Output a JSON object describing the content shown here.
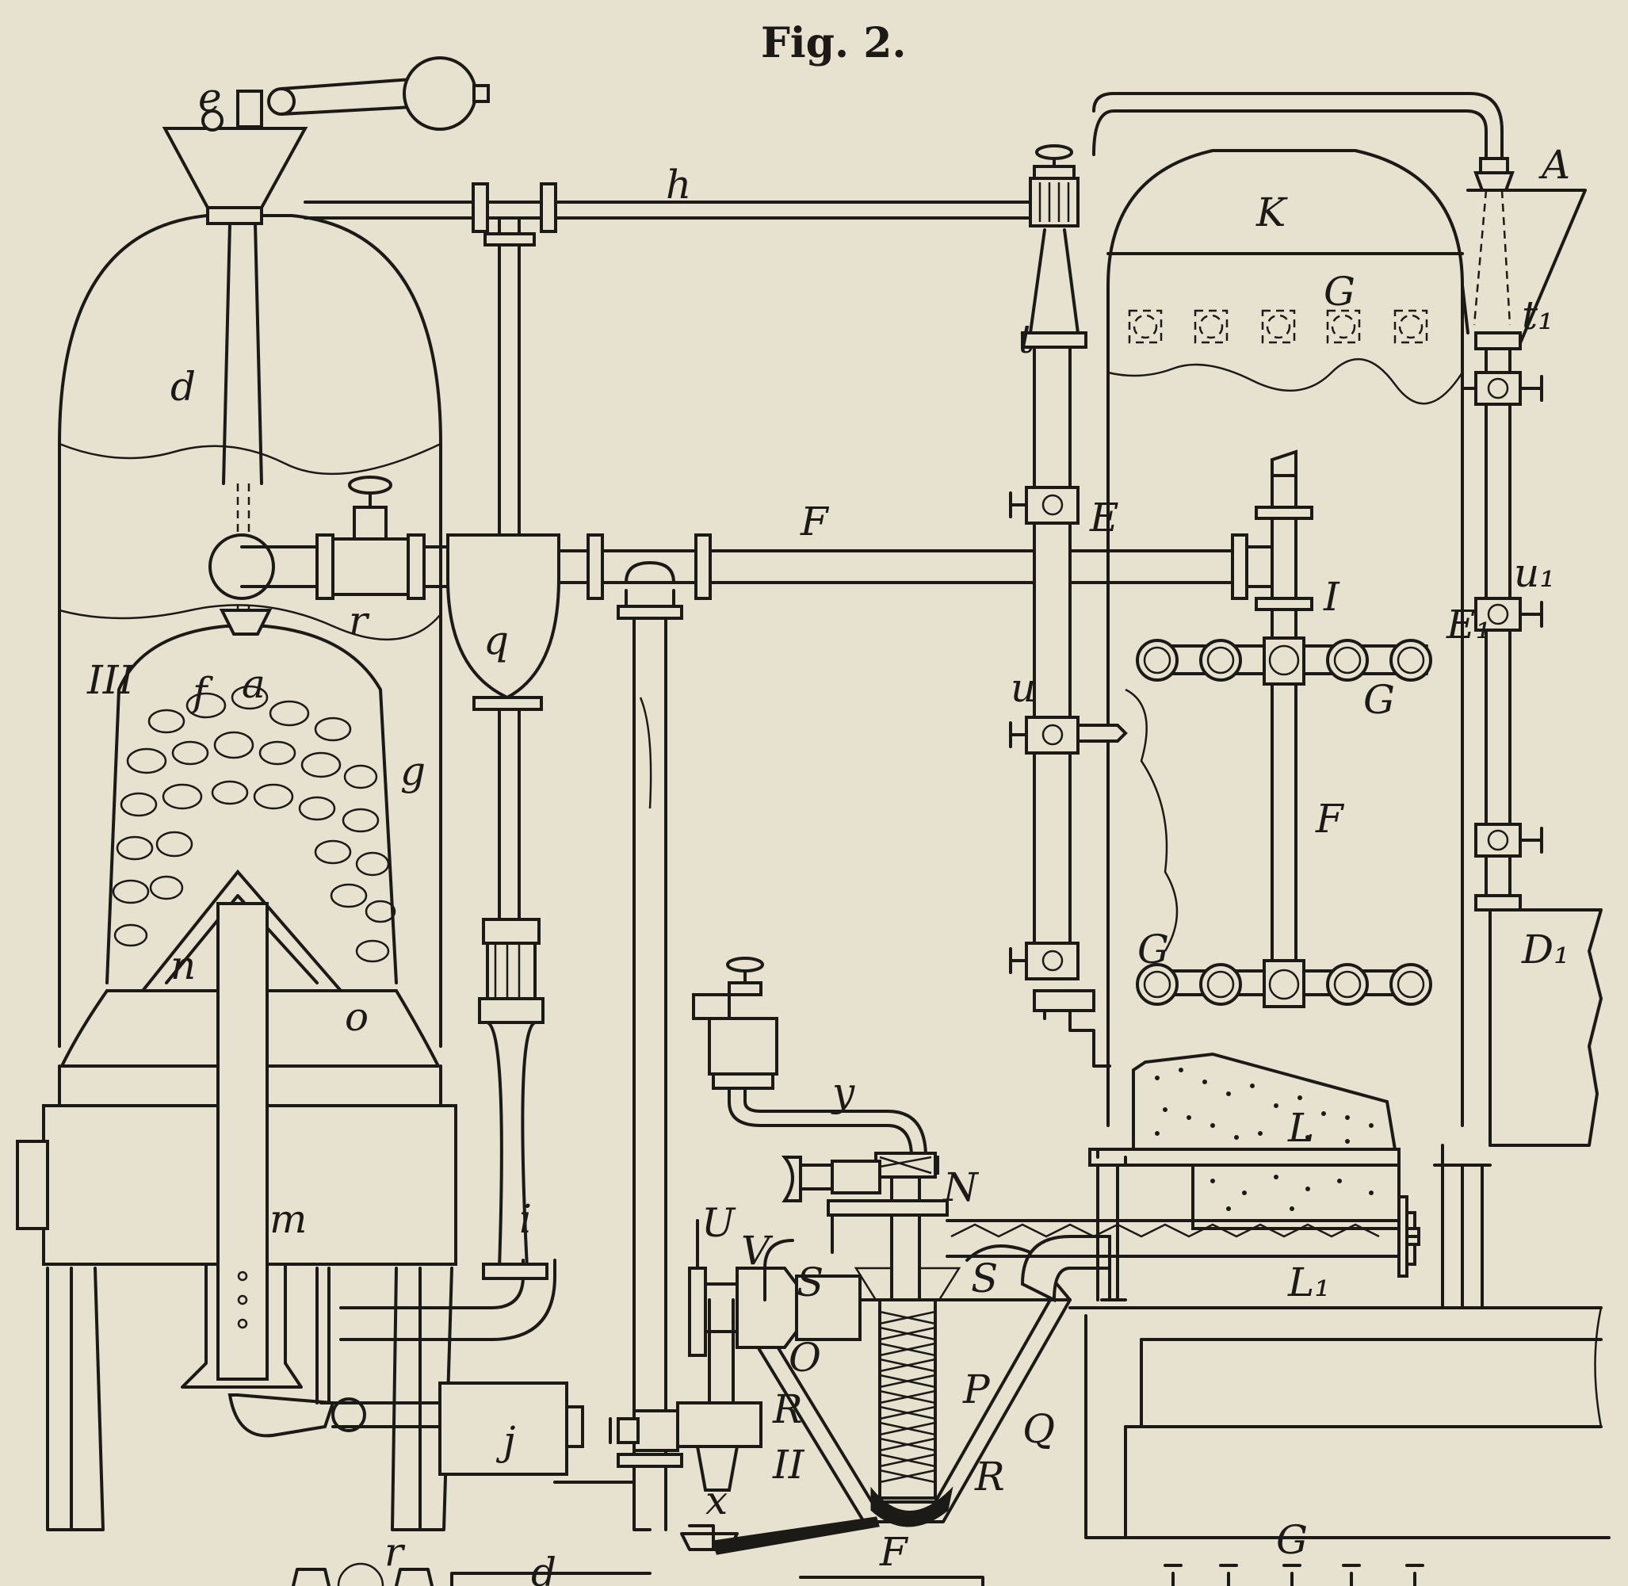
{
  "figure": {
    "title": "Fig. 2.",
    "labels": {
      "e": "e",
      "h": "h",
      "d": "d",
      "r": "r",
      "q": "q",
      "F": "F",
      "E": "E",
      "I": "I",
      "III": "III",
      "f": "f",
      "a": "a",
      "g": "g",
      "n": "n",
      "o": "o",
      "m": "m",
      "i": "i",
      "j": "j",
      "K": "K",
      "G": "G",
      "t": "t",
      "t1": "t₁",
      "A": "A",
      "u": "u",
      "u1": "u₁",
      "E1": "E₁",
      "G2": "G",
      "F2": "F",
      "G3": "G",
      "D1": "D₁",
      "y": "y",
      "L": "L",
      "N": "N",
      "U": "U",
      "V": "V",
      "S1": "S",
      "S2": "S",
      "L1": "L₁",
      "O": "O",
      "R1": "R",
      "P": "P",
      "Q": "Q",
      "R2": "R",
      "II": "II",
      "x": "x",
      "F3": "F",
      "G4": "G",
      "r2": "r",
      "d2": "d"
    }
  }
}
